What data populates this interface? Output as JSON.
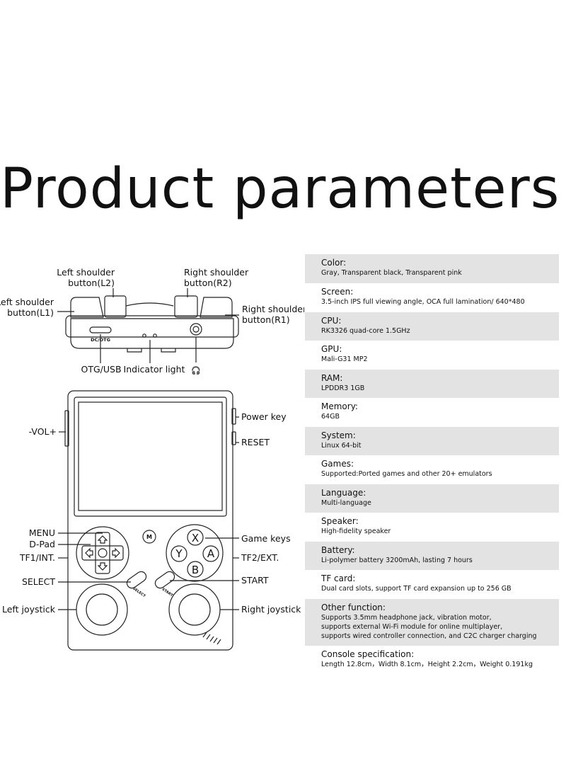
{
  "title": "Product parameters",
  "labels": {
    "left_shoulder_l2": [
      "Left shoulder",
      "button(L2)"
    ],
    "right_shoulder_r2": [
      "Right shoulder",
      "button(R2)"
    ],
    "left_shoulder_l1": [
      "Left shoulder",
      "button(L1)"
    ],
    "right_shoulder_r1": [
      "Right shoulder",
      "button(R1)"
    ],
    "otg_usb": "OTG/USB",
    "indicator_light": "Indicator light",
    "headphone_symbol": "🎧",
    "dc_otg": "DC/OTG",
    "vol": "-VOL+",
    "power_key": "Power key",
    "reset": "RESET",
    "menu": "MENU",
    "dpad": "D-Pad",
    "tf1": "TF1/INT.",
    "select": "SELECT",
    "left_joystick": "Left joystick",
    "game_keys": "Game keys",
    "tf2": "TF2/EXT.",
    "start": "START",
    "right_joystick": "Right joystick",
    "btn_m": "M",
    "btn_x": "X",
    "btn_y": "Y",
    "btn_a": "A",
    "btn_b": "B",
    "btn_select": "SELECT",
    "btn_start": "START"
  },
  "specs": [
    {
      "label": "Color:",
      "value": [
        "Gray, Transparent black, Transparent pink"
      ]
    },
    {
      "label": "Screen:",
      "value": [
        "3.5-inch IPS full viewing angle, OCA full lamination/ 640*480"
      ]
    },
    {
      "label": "CPU:",
      "value": [
        "RK3326 quad-core 1.5GHz"
      ]
    },
    {
      "label": "GPU:",
      "value": [
        "Mali-G31 MP2"
      ]
    },
    {
      "label": "RAM:",
      "value": [
        "LPDDR3  1GB"
      ]
    },
    {
      "label": "Memory:",
      "value": [
        "64GB"
      ]
    },
    {
      "label": "System:",
      "value": [
        "Linux 64-bit"
      ]
    },
    {
      "label": "Games:",
      "value": [
        "Supported:Ported games and other 20+ emulators"
      ]
    },
    {
      "label": "Language:",
      "value": [
        "Multi-language"
      ]
    },
    {
      "label": "Speaker:",
      "value": [
        "High-fidelity speaker"
      ]
    },
    {
      "label": "Battery:",
      "value": [
        "Li-polymer battery 3200mAh, lasting 7 hours"
      ]
    },
    {
      "label": "TF card:",
      "value": [
        "Dual card slots, support TF card expansion up to 256 GB"
      ]
    },
    {
      "label": "Other function:",
      "value": [
        "Supports 3.5mm headphone jack, vibration motor,",
        "supports external Wi-Fi module for online multiplayer,",
        "supports wired controller connection, and C2C charger charging"
      ]
    },
    {
      "label": "Console specification:",
      "value": [
        "Length 12.8cm，Width 8.1cm，Height 2.2cm，Weight 0.191kg"
      ]
    }
  ]
}
